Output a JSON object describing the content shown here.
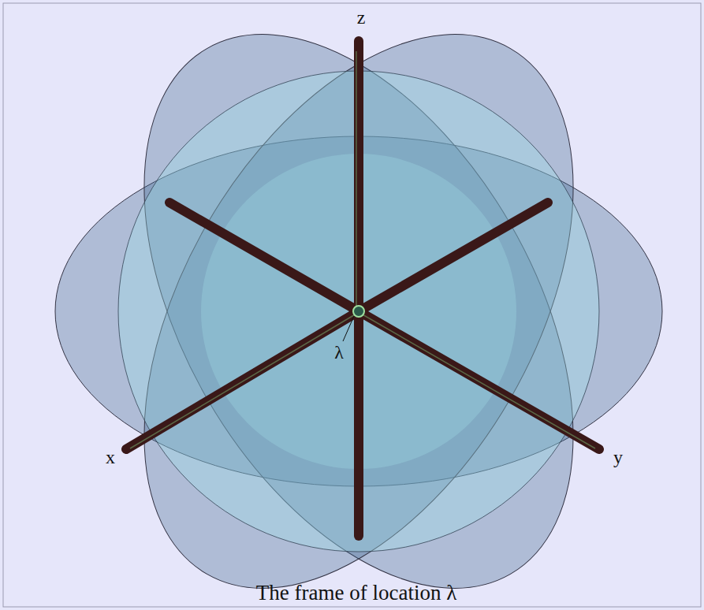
{
  "diagram": {
    "caption": "The frame of location λ",
    "labels": [
      "z",
      "x",
      "y",
      "λ"
    ]
  }
}
